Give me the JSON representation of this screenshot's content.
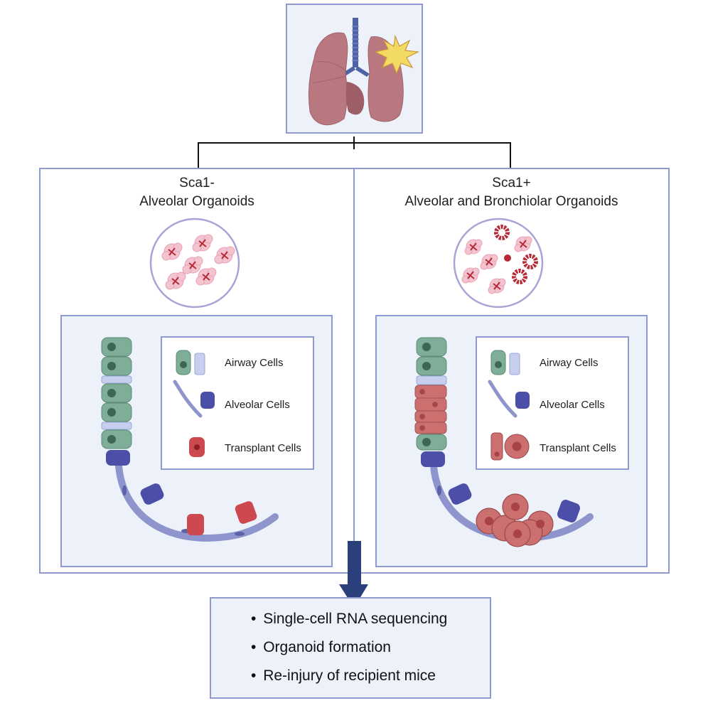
{
  "top": {
    "image": "injured-lung-icon",
    "injury_marker": "starburst-icon"
  },
  "panels": [
    {
      "id": "sca1-negative",
      "title_line1": "Sca1-",
      "title_line2": "Alveolar Organoids",
      "legend": [
        {
          "label": "Airway Cells",
          "icon": "airway-cells-icon"
        },
        {
          "label": "Alveolar Cells",
          "icon": "alveolar-cells-icon"
        },
        {
          "label": "Transplant Cells",
          "icon": "transplant-cells-icon"
        }
      ]
    },
    {
      "id": "sca1-positive",
      "title_line1": "Sca1+",
      "title_line2": "Alveolar and Bronchiolar Organoids",
      "legend": [
        {
          "label": "Airway Cells",
          "icon": "airway-cells-icon"
        },
        {
          "label": "Alveolar Cells",
          "icon": "alveolar-cells-icon"
        },
        {
          "label": "Transplant Cells",
          "icon": "transplant-cells-icon"
        }
      ]
    }
  ],
  "outcomes": {
    "bullet_char": "•",
    "items": [
      "Single-cell RNA sequencing",
      "Organoid formation",
      "Re-injury of recipient mice"
    ]
  },
  "colors": {
    "frame": "#8f9bd0",
    "panel_fill": "#edf1fa",
    "arrow": "#2b3f7a",
    "lung": "#b9787f",
    "airway_green": "#7fae98",
    "alveolar_blue": "#4b4fa8",
    "transplant_red": "#cc4a4f"
  }
}
